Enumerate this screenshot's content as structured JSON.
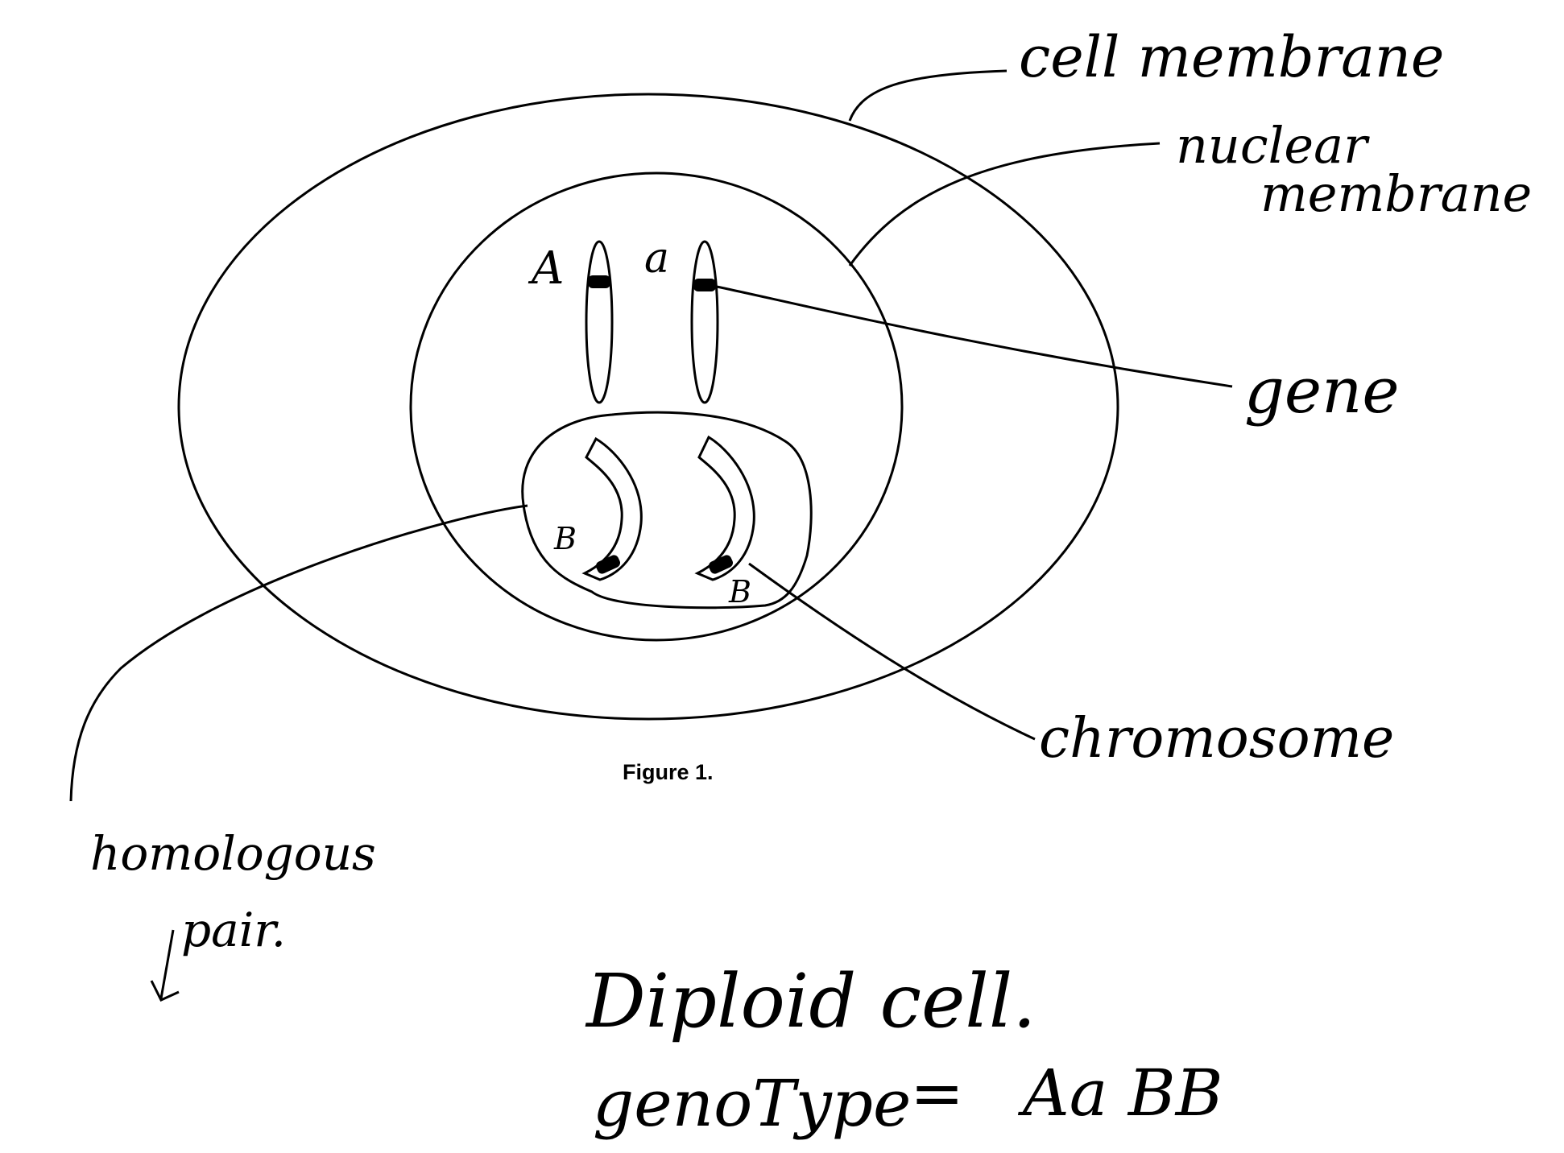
{
  "diagram": {
    "caption": "Figure 1.",
    "structures": {
      "cell_membrane": "cell membrane",
      "nuclear_membrane_line1": "nuclear",
      "nuclear_membrane_line2": "membrane",
      "gene": "gene",
      "chromosome": "chromosome",
      "homologous_pair_line1": "homologous",
      "homologous_pair_line2": "pair."
    },
    "alleles": {
      "chromosome_1": "A",
      "chromosome_2": "a",
      "chromosome_3": "B",
      "chromosome_4": "B"
    },
    "summary": {
      "line1": "Diploid cell.",
      "genotype_label": "genoType",
      "equals": "=",
      "genotype_value": "Aa BB"
    }
  }
}
